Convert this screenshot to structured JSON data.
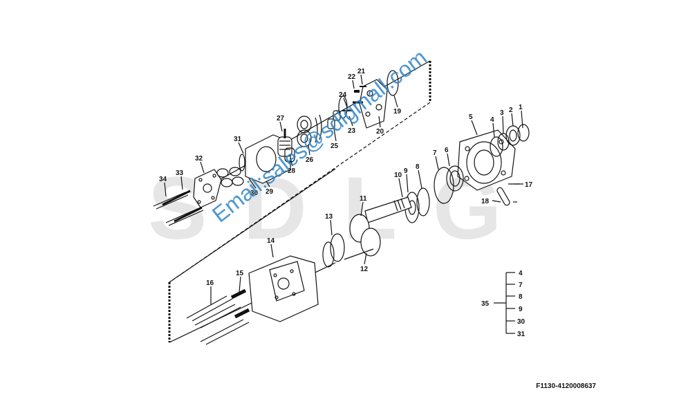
{
  "watermark": {
    "brand_text": "SDLG",
    "email_text": "Email:sales@sdlgmall.com",
    "brand_color": "#e2e2e2",
    "email_color": "#2f86c8"
  },
  "drawing_number": "F1130-4120008637",
  "callouts": [
    "1",
    "2",
    "3",
    "4",
    "5",
    "6",
    "7",
    "8",
    "9",
    "10",
    "11",
    "12",
    "13",
    "14",
    "15",
    "16",
    "17",
    "18",
    "19",
    "20",
    "21",
    "22",
    "23",
    "24",
    "25",
    "26",
    "27",
    "28",
    "29",
    "30",
    "31",
    "32",
    "33",
    "34"
  ],
  "kit": {
    "label": "35",
    "items": [
      "4",
      "7",
      "8",
      "9",
      "30",
      "31"
    ]
  }
}
